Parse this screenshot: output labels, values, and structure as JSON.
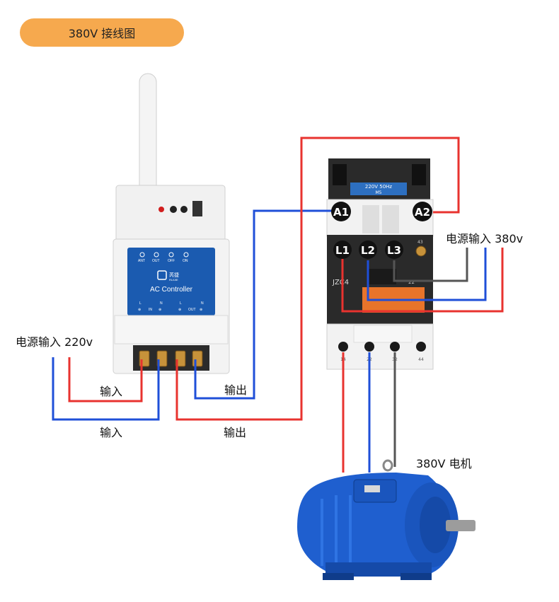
{
  "title": "380V 接线图",
  "labels": {
    "power_220": "电源输入 220v",
    "power_380": "电源输入 380v",
    "input_1": "输入",
    "input_2": "输入",
    "output_1": "输出",
    "output_2": "输出",
    "motor": "380V 电机"
  },
  "controller": {
    "name": "AC Controller",
    "brand": "芮捷",
    "brand_sub": "RUIJIE",
    "indicators": [
      "ANT",
      "OUT",
      "OFF",
      "ON"
    ],
    "terminals": [
      "L",
      "N",
      "L",
      "N"
    ],
    "terminal_groups": [
      "IN",
      "OUT"
    ]
  },
  "contactor": {
    "coil_spec": "220V 50Hz",
    "coil_code": "M5",
    "model": "JZC4",
    "aux_label": "22",
    "coil_terminals": [
      "A1",
      "A2"
    ],
    "line_terminals": [
      "L1",
      "L2",
      "L3"
    ],
    "bottom_terminals": [
      "14",
      "22",
      "32",
      "44"
    ],
    "top_small": "43"
  },
  "colors": {
    "live": "#e8332f",
    "neutral": "#1f4fd8",
    "grey": "#555555",
    "accent": "#f6a94e",
    "controller_panel": "#1b5bb0",
    "motor": "#1f5fcf"
  }
}
